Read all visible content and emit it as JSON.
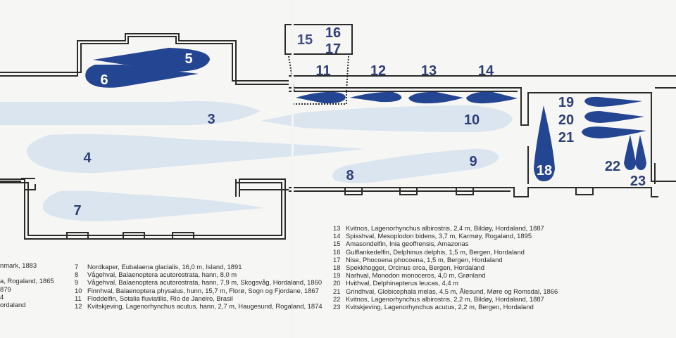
{
  "specimen_numbers": [
    "3",
    "4",
    "5",
    "6",
    "7",
    "8",
    "9",
    "10",
    "11",
    "12",
    "13",
    "14",
    "15",
    "16",
    "17",
    "18",
    "19",
    "20",
    "21",
    "22",
    "23"
  ],
  "legend_left_cut": [
    {
      "text": "nmark, 1883"
    },
    {
      "text": "a, Rogaland, 1865"
    },
    {
      "text": "879"
    },
    {
      "text": "4"
    },
    {
      "text": "ordaland"
    }
  ],
  "legend_middle": [
    {
      "n": "7",
      "text": "Nordkaper, Eubalaena glacialis, 16,0 m, Island, 1891"
    },
    {
      "n": "8",
      "text": "Vågehval, Balaenoptera acutorostrata, hann, 8,0 m"
    },
    {
      "n": "9",
      "text": "Vågehval, Balaenoptera acutorostrata, hann, 7,9 m, Skogsvåg, Hordaland, 1860"
    },
    {
      "n": "10",
      "text": "Finnhval, Balaenoptera physalus, hunn, 15,7 m, Florø, Sogn og Fjordane, 1867"
    },
    {
      "n": "11",
      "text": "Floddelfin, Sotalia fluviatilis, Rio de Janeiro, Brasil"
    },
    {
      "n": "12",
      "text": "Kvitskjeving, Lagenorhynchus acutus, hann, 2,7 m, Haugesund, Rogaland, 1874"
    }
  ],
  "legend_right": [
    {
      "n": "13",
      "text": "Kvitnos, Lagenorhynchus albirostris, 2,4 m, Bildøy, Hordaland, 1887"
    },
    {
      "n": "14",
      "text": "Spisshval, Mesoplodon bidens, 3,7 m, Karmøy, Rogaland, 1895"
    },
    {
      "n": "15",
      "text": "Amasondelfin, Inia geoffrensis, Amazonas"
    },
    {
      "n": "16",
      "text": "Gulflankedelfin, Delphinus delphis, 1,5 m, Bergen, Hordaland"
    },
    {
      "n": "17",
      "text": "Nise, Phocoena phocoena, 1,5 m, Bergen, Hordaland"
    },
    {
      "n": "18",
      "text": "Spekkhogger, Orcinus orca, Bergen, Hordaland"
    },
    {
      "n": "19",
      "text": "Narhval, Monodon monoceros, 4,0 m, Grønland"
    },
    {
      "n": "20",
      "text": "Hvithval, Delphinapterus leucas, 4,4 m"
    },
    {
      "n": "21",
      "text": "Grindhval, Globicephala melas, 4,5 m, Ålesund, Møre og Romsdal, 1866"
    },
    {
      "n": "22",
      "text": "Kvitnos, Lagenorhynchus albirostris, 2,2 m, Bildøy, Hordaland, 1887"
    },
    {
      "n": "23",
      "text": "Kvitskjeving, Lagenorhynchus acutus, 2,2 m, Bergen, Hordaland"
    }
  ],
  "colors": {
    "specimen_dark": "#234592",
    "specimen_pale": "#dbe5ef",
    "wall": "#2b2b2b",
    "page": "#f6f6f4"
  }
}
